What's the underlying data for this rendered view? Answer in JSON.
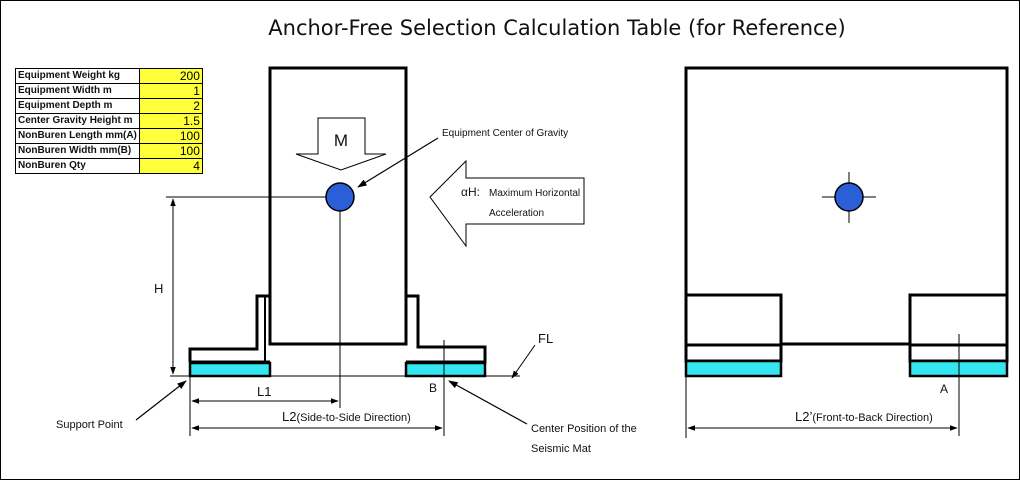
{
  "title": "Anchor-Free Selection Calculation Table (for Reference)",
  "parameters": [
    {
      "label": "Equipment Weight kg",
      "value": "200"
    },
    {
      "label": "Equipment Width m",
      "value": "1"
    },
    {
      "label": "Equipment Depth m",
      "value": "2"
    },
    {
      "label": "Center Gravity Height m",
      "value": "1.5"
    },
    {
      "label": "NonBuren Length mm(A)",
      "value": "100"
    },
    {
      "label": "NonBuren Width mm(B)",
      "value": "100"
    },
    {
      "label": "NonBuren Qty",
      "value": "4"
    }
  ],
  "labels": {
    "moment": "M",
    "center_gravity": "Equipment Center of Gravity",
    "accel_symbol": "αH:",
    "accel_text_1": "Maximum Horizontal",
    "accel_text_2": "Acceleration",
    "height": "H",
    "floor": "FL",
    "l1": "L1",
    "l2": "L2",
    "l2_suffix": "(Side-to-Side Direction)",
    "b": "B",
    "a": "A",
    "support_point": "Support Point",
    "mat_center_1": "Center Position of the",
    "mat_center_2": "Seismic Mat",
    "l2_prime": "L2’",
    "l2_prime_suffix": "(Front-to-Back Direction)"
  },
  "colors": {
    "mat": "#33e6f0",
    "gravity": "#2a5fd8",
    "highlight": "#ffff3a"
  }
}
